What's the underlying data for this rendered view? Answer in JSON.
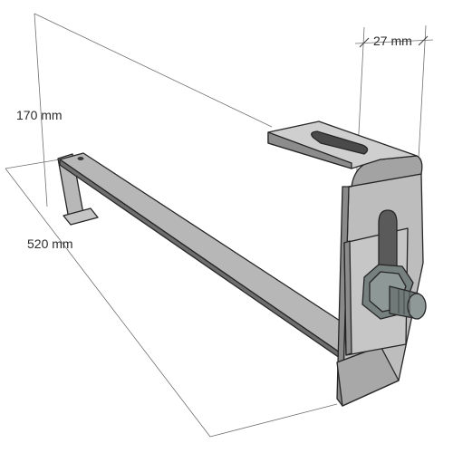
{
  "dimensions": {
    "height_label": "170 mm",
    "length_label": "520 mm",
    "width_label": "27 mm"
  },
  "part": {
    "components": [
      "hook-bar",
      "adjustable-bracket",
      "slotted-top-flange",
      "hex-bolt",
      "hex-nut"
    ]
  },
  "colors": {
    "steel_light": "#c9c9c9",
    "steel_mid": "#a9a9a9",
    "steel_dark": "#7a7a7a",
    "edge": "#262626",
    "bolt": "#6f7a78"
  }
}
